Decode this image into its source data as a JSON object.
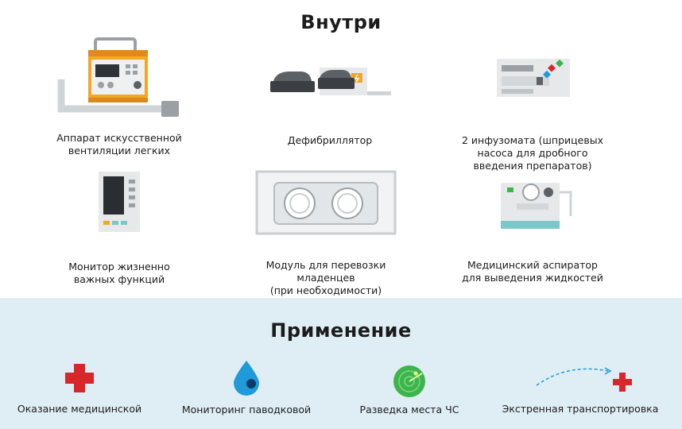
{
  "inside": {
    "title": "Внутри",
    "items": [
      {
        "icon": "ventilator-icon",
        "lines": [
          "Аппарат искусственной",
          "вентиляции легких"
        ]
      },
      {
        "icon": "defibrillator-icon",
        "lines": [
          "Дефибриллятор"
        ]
      },
      {
        "icon": "infusion-pump-icon",
        "lines": [
          "2 инфузомата (шприцевых",
          "насоса для дробного",
          "введения препаратов)"
        ]
      },
      {
        "icon": "vital-monitor-icon",
        "lines": [
          "Монитор жизненно",
          "важных функций"
        ]
      },
      {
        "icon": "infant-transport-icon",
        "lines": [
          "Модуль для перевозки",
          "младенцев",
          "(при необходимости)"
        ]
      },
      {
        "icon": "aspirator-icon",
        "lines": [
          "Медицинский аспиратор",
          "для выведения жидкостей"
        ]
      }
    ]
  },
  "usage": {
    "title": "Применение",
    "items": [
      {
        "icon": "medical-cross-icon",
        "label": "Оказание медицинской"
      },
      {
        "icon": "water-drop-icon",
        "label": "Мониторинг паводковой"
      },
      {
        "icon": "radar-icon",
        "label": "Разведка места ЧС"
      },
      {
        "icon": "transport-route-icon",
        "label": "Экстренная транспортировка"
      }
    ]
  },
  "colors": {
    "orange": "#f5a623",
    "gray": "#bfc4c7",
    "dark": "#3b3f44",
    "teal": "#7cc7c9",
    "red": "#d8262b",
    "blue": "#1f9bd9",
    "green": "#3cb54a",
    "panel": "#dfeef5"
  }
}
